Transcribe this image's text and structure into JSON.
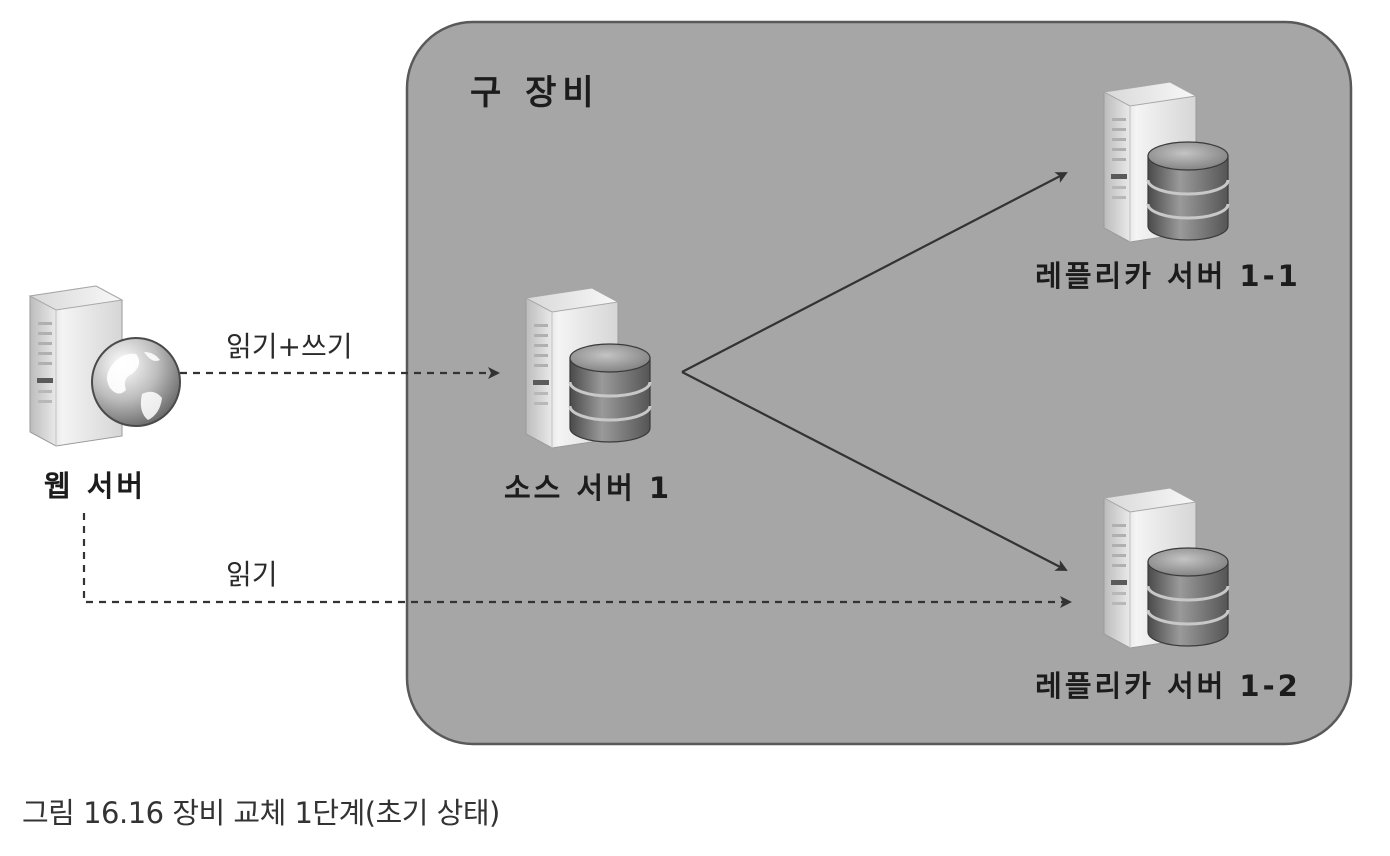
{
  "group": {
    "title": "구 장비"
  },
  "nodes": {
    "web_server": {
      "label": "웹 서버"
    },
    "source_server": {
      "label": "소스 서버 1"
    },
    "replica_1": {
      "label": "레플리카 서버 1-1"
    },
    "replica_2": {
      "label": "레플리카 서버 1-2"
    }
  },
  "edges": {
    "read_write": {
      "label": "읽기+쓰기"
    },
    "read": {
      "label": "읽기"
    }
  },
  "caption": "그림 16.16 장비 교체 1단계(초기 상태)",
  "colors": {
    "group_fill": "#a6a6a6",
    "group_stroke": "#595959",
    "arrow": "#333333"
  }
}
